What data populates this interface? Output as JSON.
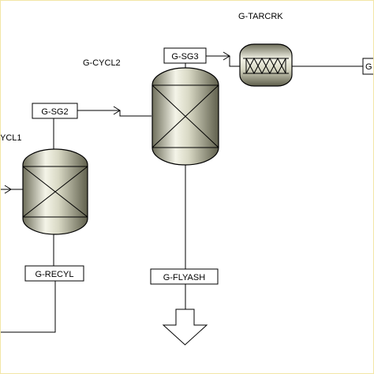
{
  "blocks": {
    "cycl1": {
      "label": "YCL1"
    },
    "cycl2": {
      "label": "G-CYCL2"
    },
    "tarcrk": {
      "label": "G-TARCRK"
    }
  },
  "streams": {
    "sg2": {
      "label": "G-SG2"
    },
    "sg3": {
      "label": "G-SG3"
    },
    "recyl": {
      "label": "G-RECYL"
    },
    "flyash": {
      "label": "G-FLYASH"
    },
    "right_partial": {
      "label": "G"
    }
  },
  "colors": {
    "line": "#000000",
    "vessel_light": "#f4f4e8",
    "vessel_mid": "#c9c9b2",
    "vessel_dark": "#6e6e5a",
    "frame": "#f2e6a6"
  }
}
